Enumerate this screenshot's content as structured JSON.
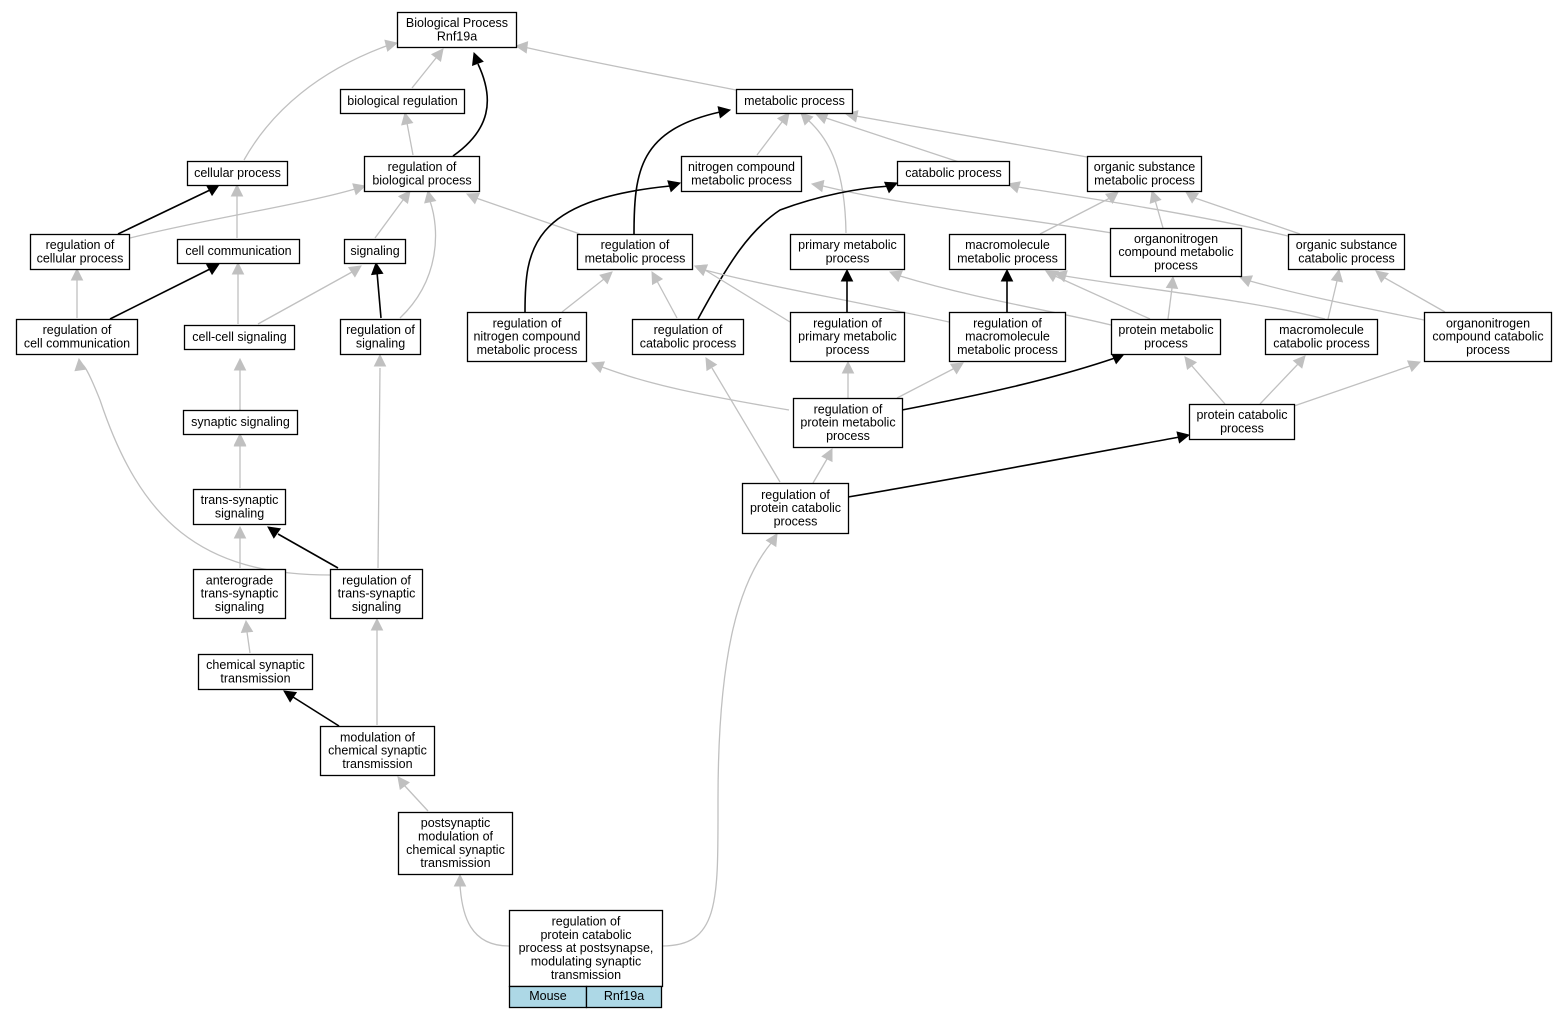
{
  "diagram": {
    "nodes": [
      {
        "id": "bp",
        "lines": [
          "Biological Process",
          "Rnf19a"
        ]
      },
      {
        "id": "bioreg",
        "lines": [
          "biological regulation"
        ]
      },
      {
        "id": "metab",
        "lines": [
          "metabolic process"
        ]
      },
      {
        "id": "cellproc",
        "lines": [
          "cellular process"
        ]
      },
      {
        "id": "regbio",
        "lines": [
          "regulation of",
          "biological process"
        ]
      },
      {
        "id": "nitro",
        "lines": [
          "nitrogen compound",
          "metabolic process"
        ]
      },
      {
        "id": "catab",
        "lines": [
          "catabolic process"
        ]
      },
      {
        "id": "orgsub",
        "lines": [
          "organic substance",
          "metabolic process"
        ]
      },
      {
        "id": "regcell",
        "lines": [
          "regulation of",
          "cellular process"
        ]
      },
      {
        "id": "cellcomm",
        "lines": [
          "cell communication"
        ]
      },
      {
        "id": "signaling",
        "lines": [
          "signaling"
        ]
      },
      {
        "id": "regmet",
        "lines": [
          "regulation of",
          "metabolic process"
        ]
      },
      {
        "id": "primary",
        "lines": [
          "primary metabolic",
          "process"
        ]
      },
      {
        "id": "macro",
        "lines": [
          "macromolecule",
          "metabolic process"
        ]
      },
      {
        "id": "orgnitro",
        "lines": [
          "organonitrogen",
          "compound metabolic",
          "process"
        ]
      },
      {
        "id": "orgsubcat",
        "lines": [
          "organic substance",
          "catabolic process"
        ]
      },
      {
        "id": "regcellcomm",
        "lines": [
          "regulation of",
          "cell communication"
        ]
      },
      {
        "id": "cellcell",
        "lines": [
          "cell-cell signaling"
        ]
      },
      {
        "id": "regsig",
        "lines": [
          "regulation of",
          "signaling"
        ]
      },
      {
        "id": "regnitro",
        "lines": [
          "regulation of",
          "nitrogen compound",
          "metabolic process"
        ]
      },
      {
        "id": "regcat",
        "lines": [
          "regulation of",
          "catabolic process"
        ]
      },
      {
        "id": "regprim",
        "lines": [
          "regulation of",
          "primary metabolic",
          "process"
        ]
      },
      {
        "id": "regmacro",
        "lines": [
          "regulation of",
          "macromolecule",
          "metabolic process"
        ]
      },
      {
        "id": "protmet",
        "lines": [
          "protein metabolic",
          "process"
        ]
      },
      {
        "id": "macrocat",
        "lines": [
          "macromolecule",
          "catabolic process"
        ]
      },
      {
        "id": "orgnitrocat",
        "lines": [
          "organonitrogen",
          "compound catabolic",
          "process"
        ]
      },
      {
        "id": "synsig",
        "lines": [
          "synaptic signaling"
        ]
      },
      {
        "id": "regprotmet",
        "lines": [
          "regulation of",
          "protein metabolic",
          "process"
        ]
      },
      {
        "id": "protcat",
        "lines": [
          "protein catabolic",
          "process"
        ]
      },
      {
        "id": "transsyn",
        "lines": [
          "trans-synaptic",
          "signaling"
        ]
      },
      {
        "id": "regprotcat",
        "lines": [
          "regulation of",
          "protein catabolic",
          "process"
        ]
      },
      {
        "id": "antero",
        "lines": [
          "anterograde",
          "trans-synaptic",
          "signaling"
        ]
      },
      {
        "id": "regtrans",
        "lines": [
          "regulation of",
          "trans-synaptic",
          "signaling"
        ]
      },
      {
        "id": "chemsyn",
        "lines": [
          "chemical synaptic",
          "transmission"
        ]
      },
      {
        "id": "modchem",
        "lines": [
          "modulation of",
          "chemical synaptic",
          "transmission"
        ]
      },
      {
        "id": "postsyn",
        "lines": [
          "postsynaptic",
          "modulation of",
          "chemical synaptic",
          "transmission"
        ]
      },
      {
        "id": "root",
        "lines": [
          "regulation of",
          "protein catabolic",
          "process at postsynapse,",
          "modulating synaptic",
          "transmission"
        ]
      }
    ],
    "legend": {
      "species": "Mouse",
      "gene": "Rnf19a",
      "fill": "#add8e6"
    },
    "colors": {
      "is_a_edge": "#c0c0c0",
      "regulates_edge": "#000000"
    }
  }
}
